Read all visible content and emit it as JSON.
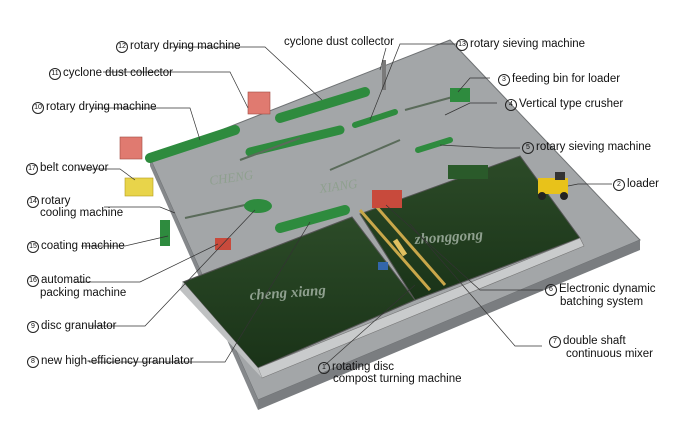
{
  "labels": {
    "l12": {
      "num": "12",
      "text": "rotary drying machine"
    },
    "l_cyclone_top": {
      "num": "",
      "text": "cyclone dust collector"
    },
    "l13": {
      "num": "13",
      "text": "rotary sieving machine"
    },
    "l11": {
      "num": "11",
      "text": "cyclone dust collector"
    },
    "l3": {
      "num": "3",
      "text": "feeding bin for loader"
    },
    "l10": {
      "num": "10",
      "text": "rotary drying machine"
    },
    "l4": {
      "num": "4",
      "text": "Vertical type crusher"
    },
    "l5": {
      "num": "5",
      "text": "rotary sieving machine"
    },
    "l17": {
      "num": "17",
      "text": "belt conveyor"
    },
    "l2": {
      "num": "2",
      "text": "loader"
    },
    "l14a": {
      "num": "14",
      "text": "rotary"
    },
    "l14b": {
      "num": "",
      "text": "cooling machine"
    },
    "l15": {
      "num": "15",
      "text": "coating machine"
    },
    "l16a": {
      "num": "16",
      "text": "automatic"
    },
    "l16b": {
      "num": "",
      "text": "packing machine"
    },
    "l6a": {
      "num": "6",
      "text": "Electronic dynamic"
    },
    "l6b": {
      "num": "",
      "text": "batching system"
    },
    "l9": {
      "num": "9",
      "text": "disc granulator"
    },
    "l7a": {
      "num": "7",
      "text": "double shaft"
    },
    "l7b": {
      "num": "",
      "text": "continuous mixer"
    },
    "l8": {
      "num": "8",
      "text": "new high-efficiency granulator"
    },
    "l1a": {
      "num": "1",
      "text": "rotating disc"
    },
    "l1b": {
      "num": "",
      "text": "compost turning machine"
    }
  },
  "watermarks": {
    "cheng": "CHENG",
    "xiang": "XIANG",
    "left": "cheng xiang",
    "right": "zhonggong"
  },
  "colors": {
    "platform": "#9a9d9f",
    "compost": "#1f3a1c",
    "machine": "#2e8b3e",
    "yellow": "#e8c21a",
    "red": "#c84a3c"
  }
}
